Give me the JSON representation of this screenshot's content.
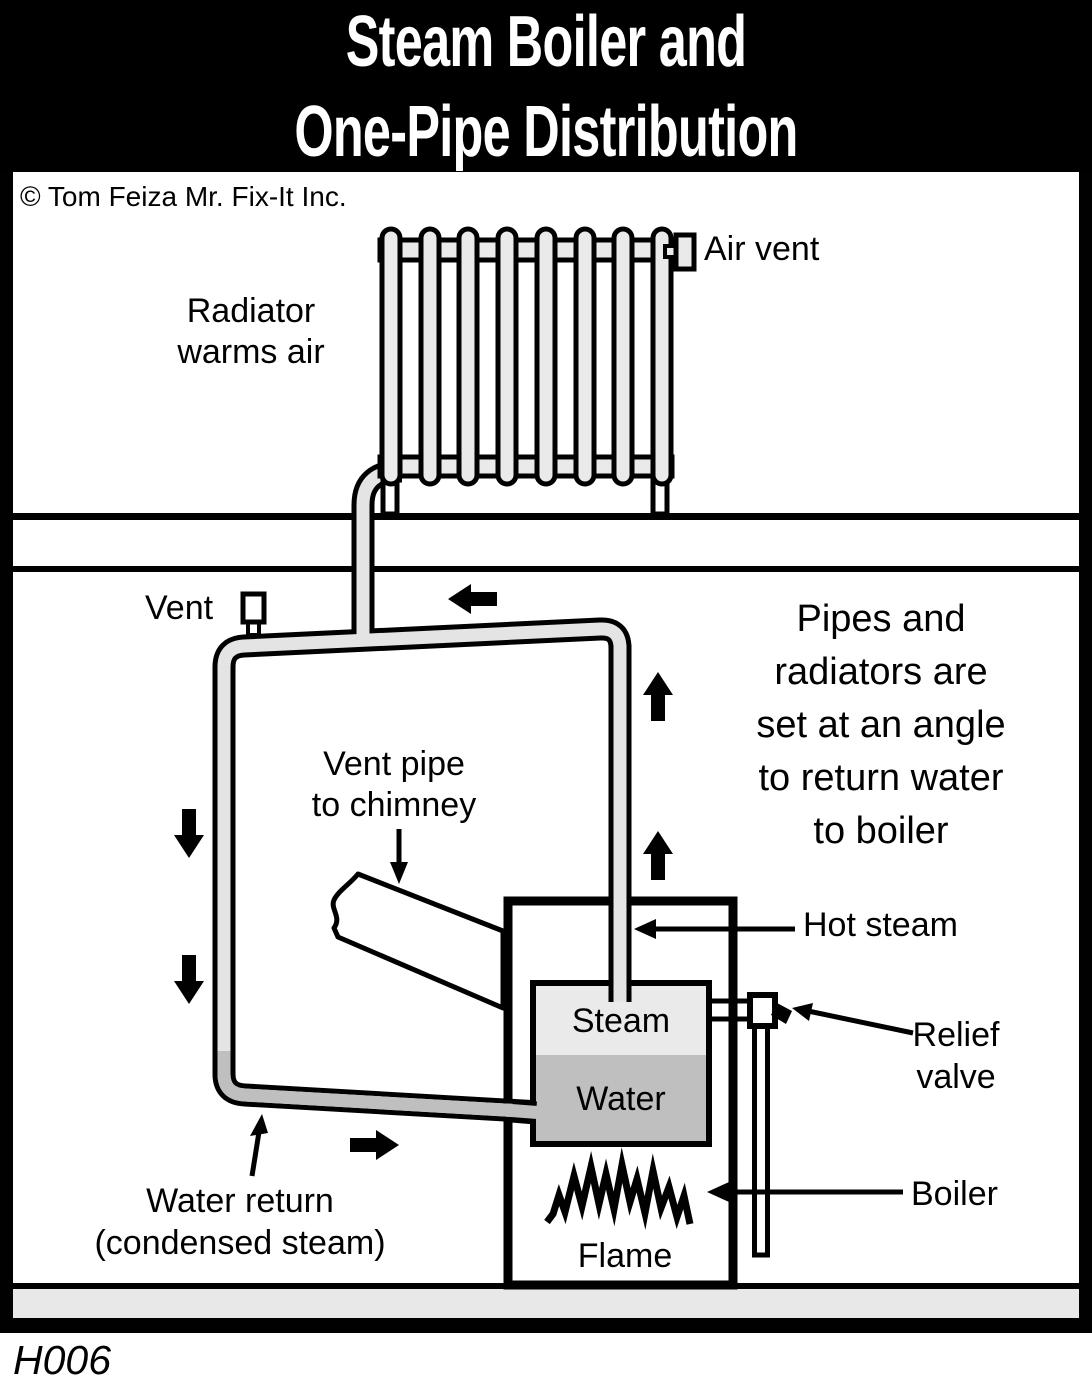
{
  "title": {
    "line1": "Steam Boiler and",
    "line2": "One-Pipe Distribution"
  },
  "copyright": "© Tom Feiza Mr. Fix-It Inc.",
  "figure_id": "H006",
  "labels": {
    "radiator": {
      "line1": "Radiator",
      "line2": "warms air"
    },
    "air_vent": "Air vent",
    "vent": "Vent",
    "vent_pipe": {
      "line1": "Vent pipe",
      "line2": "to chimney"
    },
    "pipes_note": {
      "line1": "Pipes and",
      "line2": "radiators are",
      "line3": "set at an angle",
      "line4": "to return water",
      "line5": "to boiler"
    },
    "hot_steam": "Hot steam",
    "relief_valve": {
      "line1": "Relief",
      "line2": "valve"
    },
    "boiler": "Boiler",
    "steam": "Steam",
    "water": "Water",
    "flame": "Flame",
    "water_return": {
      "line1": "Water return",
      "line2": "(condensed steam)"
    }
  },
  "colors": {
    "ink": "#010101",
    "paper": "#ffffff",
    "pipe_gray": "#e4e4e4",
    "steam_gray": "#eaeaea",
    "water_gray": "#bfbfbf",
    "floor_gray": "#e8e8e8",
    "title_bg": "#000000",
    "title_fg": "#ffffff"
  }
}
